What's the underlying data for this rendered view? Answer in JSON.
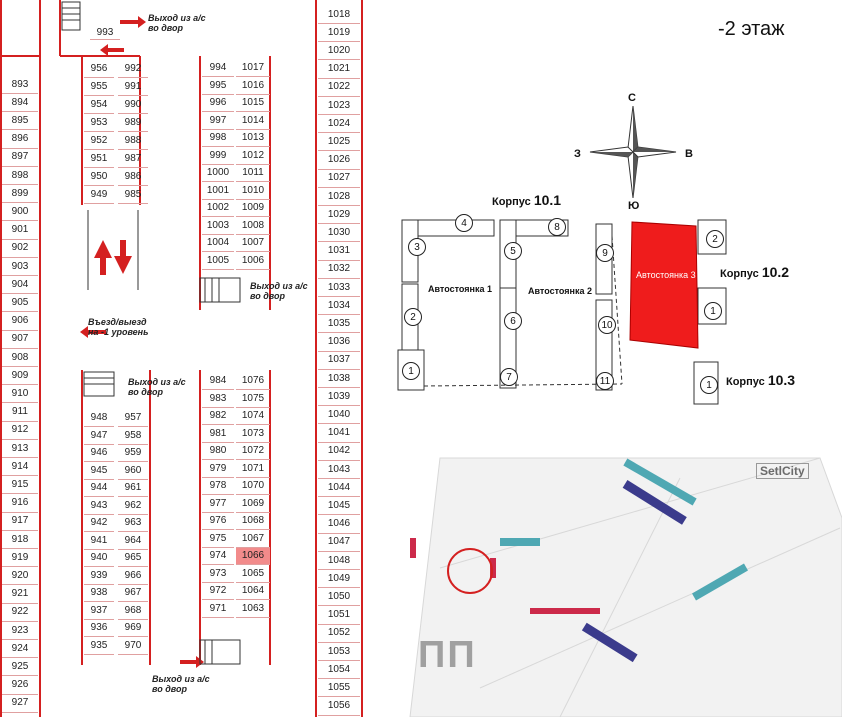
{
  "floor_label": "-2 этаж",
  "plan": {
    "left_col": [
      "893",
      "894",
      "895",
      "896",
      "897",
      "898",
      "899",
      "900",
      "901",
      "902",
      "903",
      "904",
      "905",
      "906",
      "907",
      "908",
      "909",
      "910",
      "911",
      "912",
      "913",
      "914",
      "915",
      "916",
      "917",
      "918",
      "919",
      "920",
      "921",
      "922",
      "923",
      "924",
      "925",
      "926",
      "927"
    ],
    "right_col": [
      "1018",
      "1019",
      "1020",
      "1021",
      "1022",
      "1023",
      "1024",
      "1025",
      "1026",
      "1027",
      "1028",
      "1029",
      "1030",
      "1031",
      "1032",
      "1033",
      "1034",
      "1035",
      "1036",
      "1037",
      "1038",
      "1039",
      "1040",
      "1041",
      "1042",
      "1043",
      "1044",
      "1045",
      "1046",
      "1047",
      "1048",
      "1049",
      "1050",
      "1051",
      "1052",
      "1053",
      "1054",
      "1055",
      "1056"
    ],
    "block_a": [
      [
        "956",
        "992"
      ],
      [
        "955",
        "991"
      ],
      [
        "954",
        "990"
      ],
      [
        "953",
        "989"
      ],
      [
        "952",
        "988"
      ],
      [
        "951",
        "987"
      ],
      [
        "950",
        "986"
      ],
      [
        "949",
        "985"
      ]
    ],
    "block_b": [
      [
        "994",
        "1017"
      ],
      [
        "995",
        "1016"
      ],
      [
        "996",
        "1015"
      ],
      [
        "997",
        "1014"
      ],
      [
        "998",
        "1013"
      ],
      [
        "999",
        "1012"
      ],
      [
        "1000",
        "1011"
      ],
      [
        "1001",
        "1010"
      ],
      [
        "1002",
        "1009"
      ],
      [
        "1003",
        "1008"
      ],
      [
        "1004",
        "1007"
      ],
      [
        "1005",
        "1006"
      ]
    ],
    "block_c": [
      [
        "948",
        "957"
      ],
      [
        "947",
        "958"
      ],
      [
        "946",
        "959"
      ],
      [
        "945",
        "960"
      ],
      [
        "944",
        "961"
      ],
      [
        "943",
        "962"
      ],
      [
        "942",
        "963"
      ],
      [
        "941",
        "964"
      ],
      [
        "940",
        "965"
      ],
      [
        "939",
        "966"
      ],
      [
        "938",
        "967"
      ],
      [
        "937",
        "968"
      ],
      [
        "936",
        "969"
      ],
      [
        "935",
        "970"
      ]
    ],
    "block_d": [
      [
        "984",
        "1076"
      ],
      [
        "983",
        "1075"
      ],
      [
        "982",
        "1074"
      ],
      [
        "981",
        "1073"
      ],
      [
        "980",
        "1072"
      ],
      [
        "979",
        "1071"
      ],
      [
        "978",
        "1070"
      ],
      [
        "977",
        "1069"
      ],
      [
        "976",
        "1068"
      ],
      [
        "975",
        "1067"
      ],
      [
        "974",
        "1066"
      ],
      [
        "973",
        "1065"
      ],
      [
        "972",
        "1064"
      ],
      [
        "971",
        "1063"
      ]
    ],
    "top_slot": "993",
    "highlight_slot": "1066",
    "exit_labels": [
      "Выход из а/с\nво двор",
      "Выход из а/с\nво двор",
      "Выход из а/с\nво двор",
      "Выход из а/с\nво двор"
    ],
    "ramp_label": "Въезд/выезд\nна -1 уровень"
  },
  "compass": {
    "n": "С",
    "s": "Ю",
    "w": "З",
    "e": "В"
  },
  "buildings": {
    "k101": {
      "prefix": "Корпус",
      "num": "10.1"
    },
    "k102": {
      "prefix": "Корпус",
      "num": "10.2"
    },
    "k103": {
      "prefix": "Корпус",
      "num": "10.3"
    },
    "sections": [
      "1",
      "2",
      "3",
      "4",
      "5",
      "6",
      "7",
      "8",
      "9",
      "10",
      "11",
      "2",
      "1",
      "1"
    ]
  },
  "lots": {
    "lot1": "Автостоянка 1",
    "lot2": "Автостоянка 2",
    "lot3": "Автостоянка 3"
  },
  "site": {
    "brand": "SetlCity",
    "pp": "ПП"
  },
  "colors": {
    "accent": "#d42020",
    "highlight": "#f28b8b",
    "lot3_fill": "#ef1c1c"
  }
}
